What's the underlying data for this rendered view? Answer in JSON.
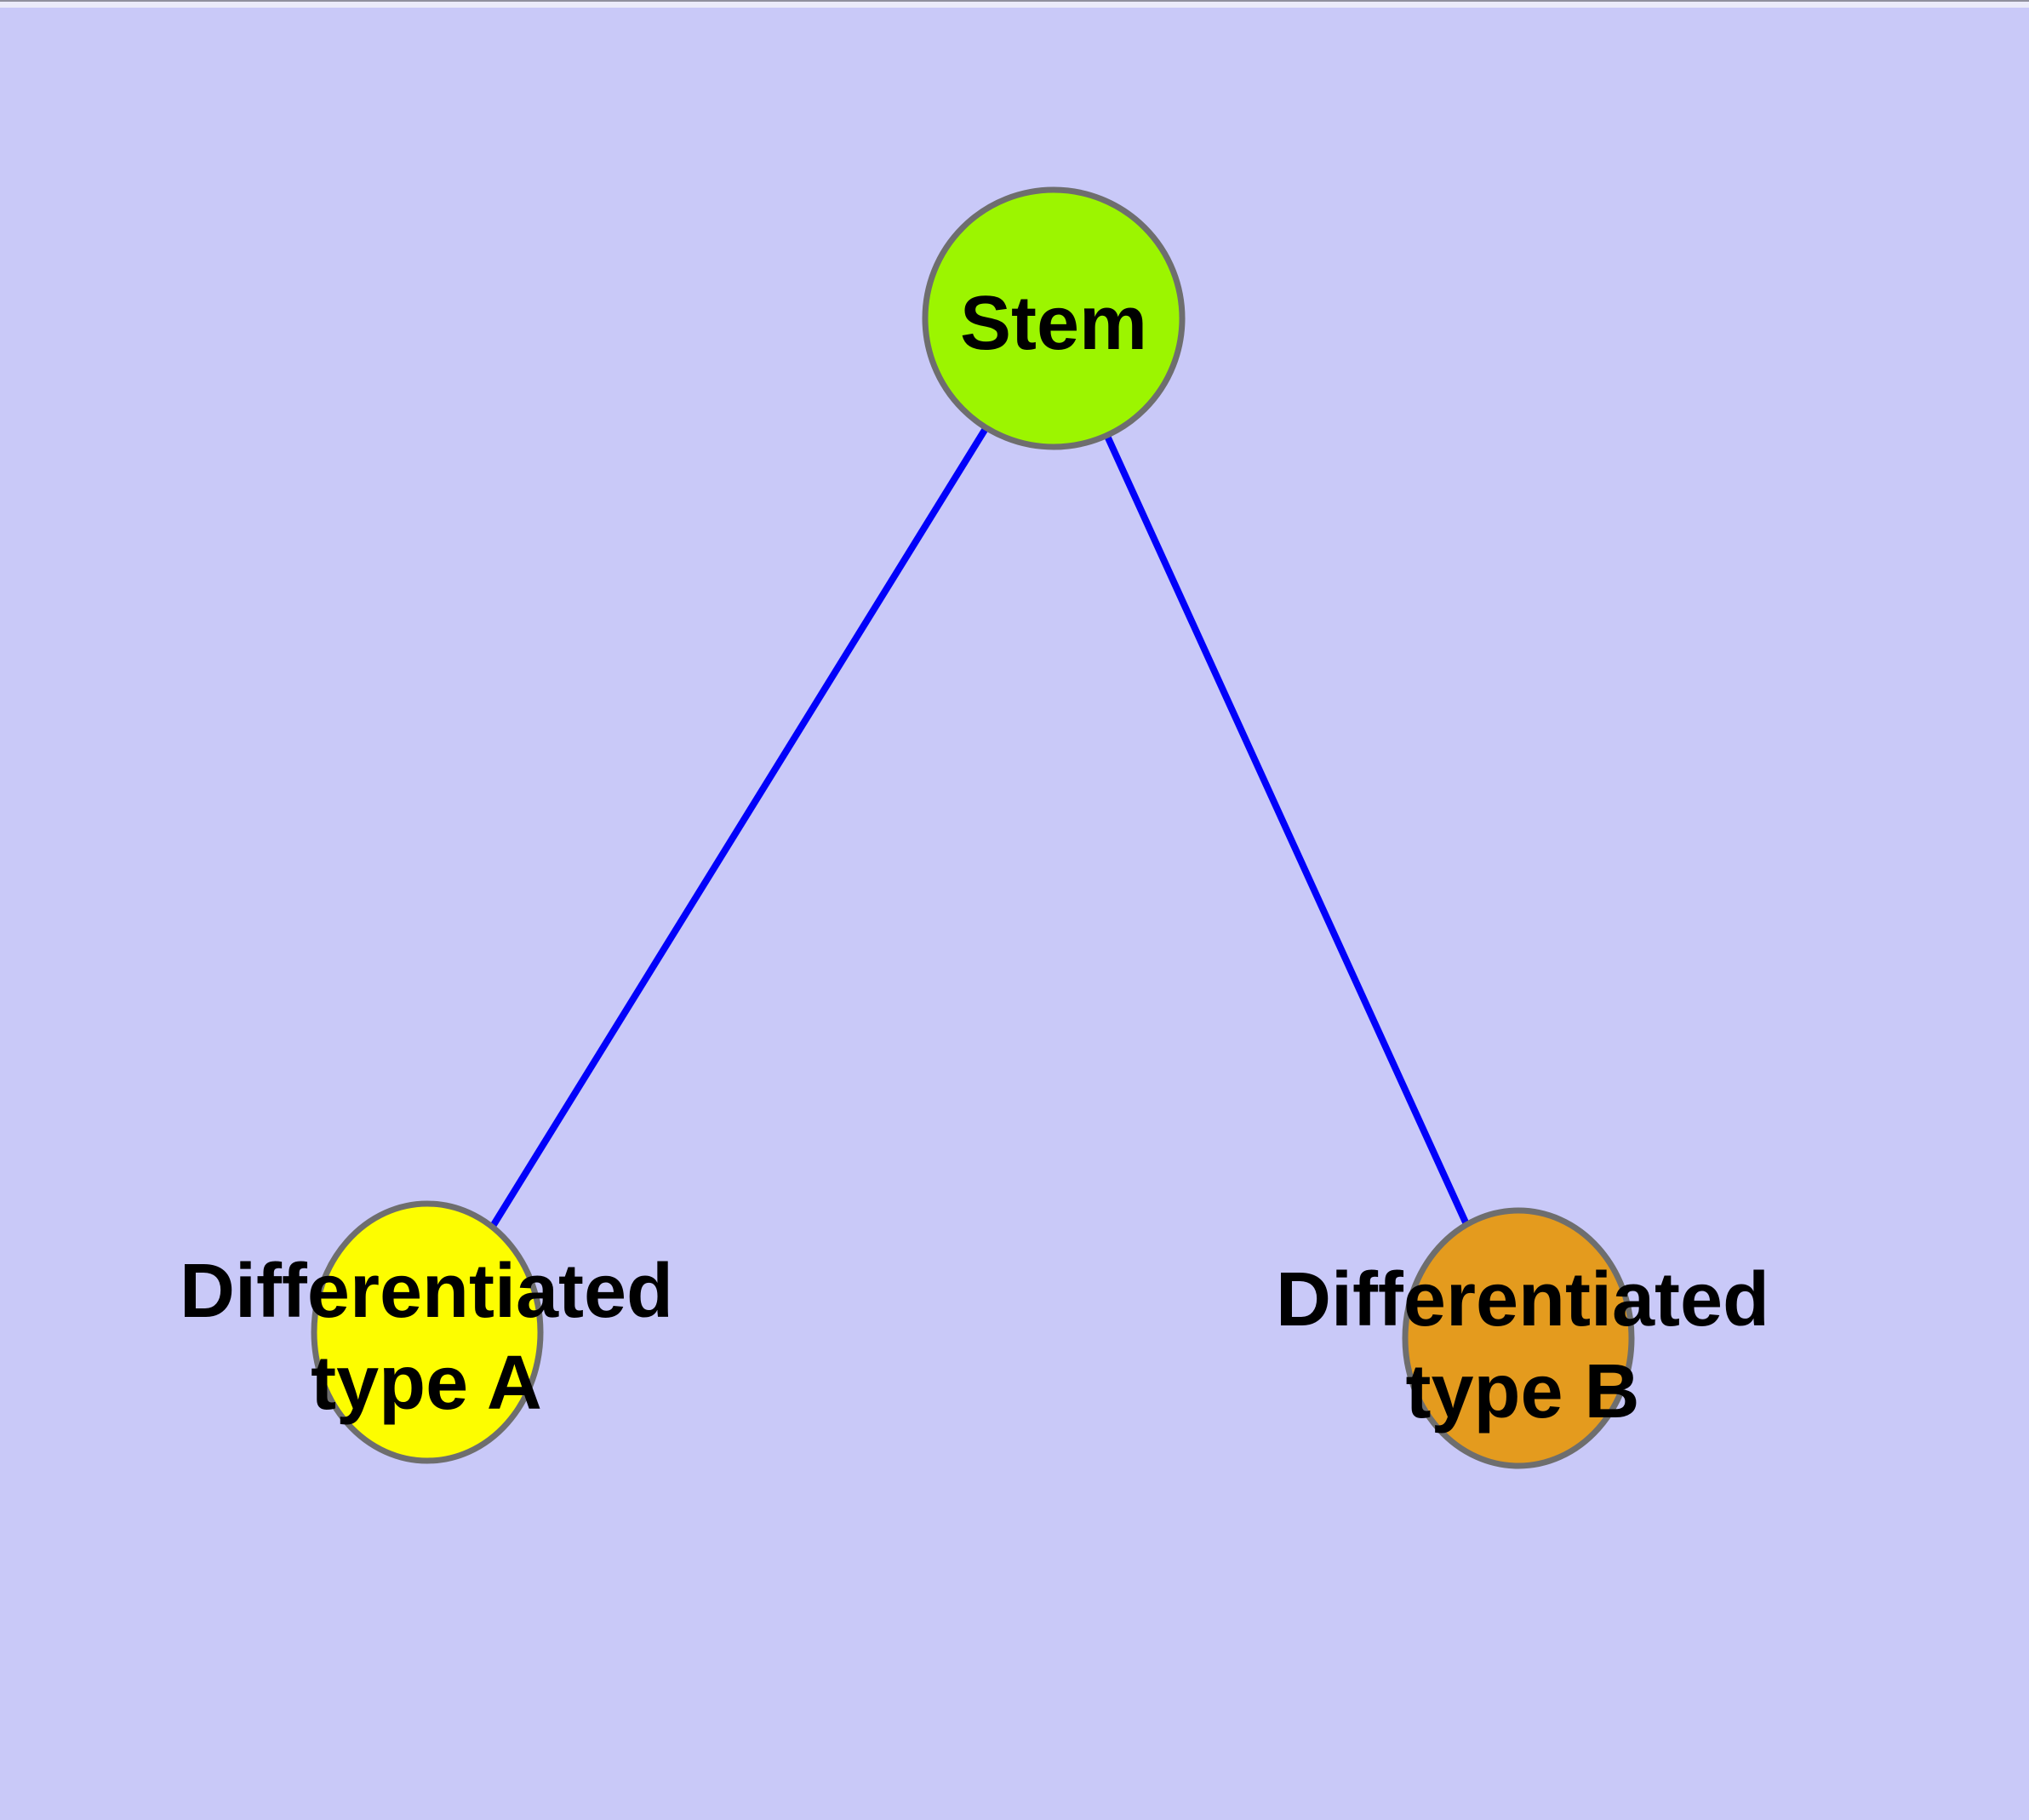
{
  "diagram": {
    "background_color": "#c9c9f8",
    "top_strip_color": "#ebebfa",
    "top_strip_line_color": "#90909e",
    "edge_color": "#0101fa",
    "node_border_color": "#6e6e6e",
    "label_color": "#000000",
    "nodes": [
      {
        "id": "stem",
        "label": "Stem",
        "fill": "#9cf500"
      },
      {
        "id": "differentiated-type-a",
        "label_line1": "Differentiated",
        "label_line2": "type A",
        "fill": "#fdfd00"
      },
      {
        "id": "differentiated-type-b",
        "label_line1": "Differentiated",
        "label_line2": "type B",
        "fill": "#e49b1e"
      }
    ],
    "edges": [
      {
        "from": "Stem",
        "to": "Differentiated type A"
      },
      {
        "from": "Stem",
        "to": "Differentiated type B"
      }
    ]
  }
}
